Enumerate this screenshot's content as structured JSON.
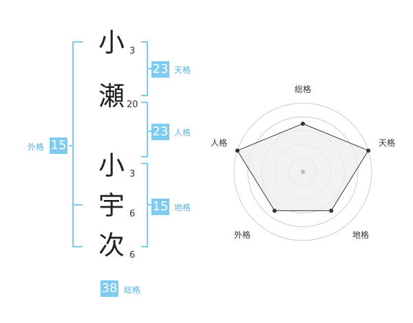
{
  "name_chars": [
    {
      "char": "小",
      "strokes": "3"
    },
    {
      "char": "瀬",
      "strokes": "20"
    },
    {
      "char": "小",
      "strokes": "3"
    },
    {
      "char": "宇",
      "strokes": "6"
    },
    {
      "char": "次",
      "strokes": "6"
    }
  ],
  "fortunes": {
    "tenkaku": {
      "value": "23",
      "label": "天格"
    },
    "jinkaku": {
      "value": "23",
      "label": "人格"
    },
    "chikaku": {
      "value": "15",
      "label": "地格"
    },
    "gaikaku": {
      "value": "15",
      "label": "外格"
    },
    "soukaku": {
      "value": "38",
      "label": "総格"
    }
  },
  "radar": {
    "labels": [
      "総格",
      "天格",
      "地格",
      "外格",
      "人格"
    ],
    "levels": [
      0.7,
      1.0,
      0.7,
      0.7,
      1.0
    ],
    "colors": {
      "fill": "#eeeeee",
      "line": "#333333",
      "ring": "#cccccc",
      "center": "#bbbbbb"
    }
  },
  "colors": {
    "accent": "#7ecbf0",
    "accent_text": "#5ab4e3"
  }
}
